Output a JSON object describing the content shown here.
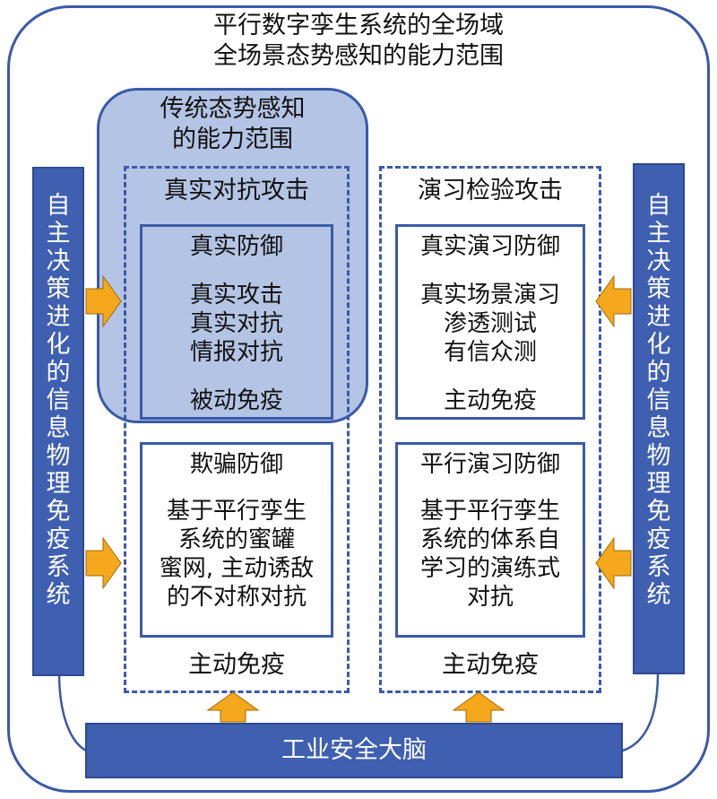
{
  "title": {
    "line1": "平行数字孪生系统的全场域",
    "line2": "全场景态势感知的能力范围"
  },
  "traditional_scope": {
    "line1": "传统态势感知",
    "line2": "的能力范围"
  },
  "left_column": {
    "header": "真实对抗攻击",
    "upper_box": {
      "title": "真实防御",
      "items": [
        "真实攻击",
        "真实对抗",
        "情报对抗"
      ],
      "footer": "被动免疫"
    },
    "lower_box": {
      "title": "欺骗防御",
      "lines": [
        "基于平行孪生",
        "系统的蜜罐",
        "蜜网, 主动诱敌",
        "的不对称对抗"
      ]
    },
    "footer": "主动免疫"
  },
  "right_column": {
    "header": "演习检验攻击",
    "upper_box": {
      "title": "真实演习防御",
      "items": [
        "真实场景演习",
        "渗透测试",
        "有信众测"
      ],
      "footer": "主动免疫"
    },
    "lower_box": {
      "title": "平行演习防御",
      "lines": [
        "基于平行孪生",
        "系统的体系自",
        "学习的演练式",
        "对抗"
      ]
    },
    "footer": "主动免疫"
  },
  "side_bar_chars": [
    "自",
    "主",
    "决",
    "策",
    "进",
    "化",
    "的",
    "信",
    "息",
    "物",
    "理",
    "免",
    "疫",
    "系",
    "统"
  ],
  "bottom_bar": "工业安全大脑",
  "colors": {
    "frame_blue": "#3a5aa8",
    "bar_blue": "#3f5fb0",
    "scope_fill": "#b4c4e4",
    "arrow_orange": "#f5a81c"
  }
}
